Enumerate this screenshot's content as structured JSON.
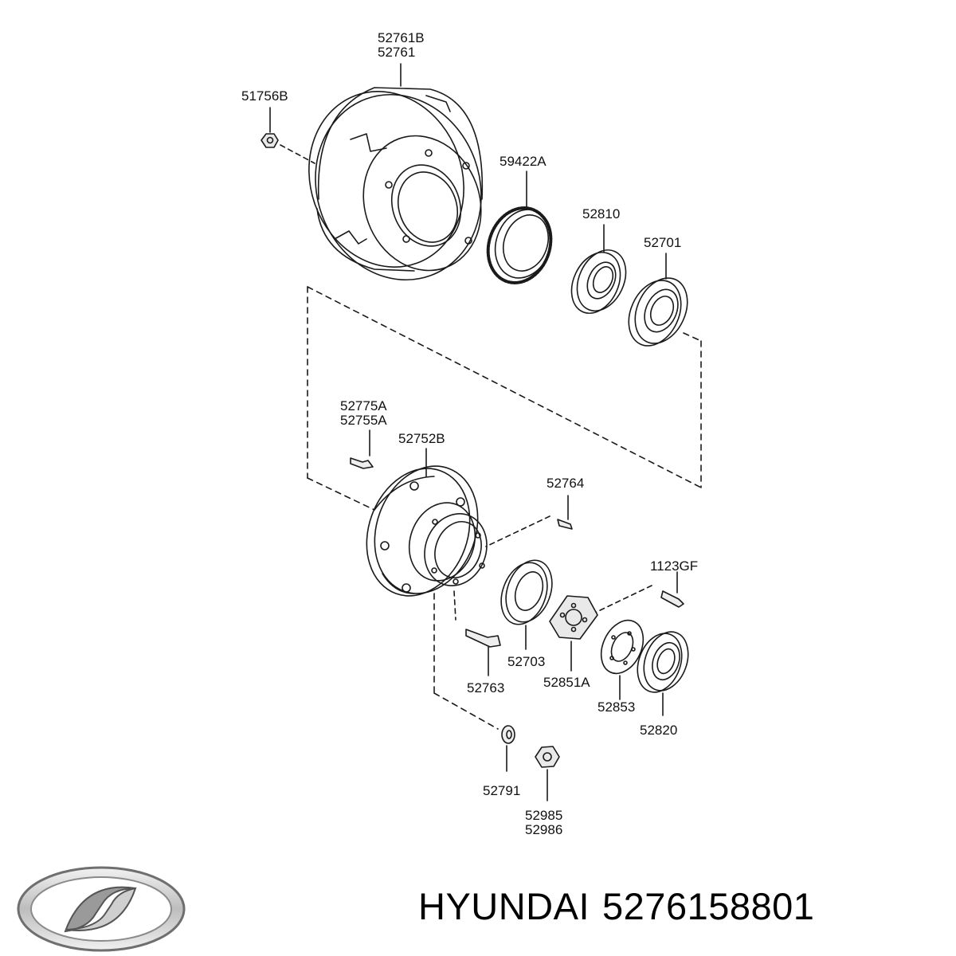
{
  "labels": {
    "drum_a": "52761B",
    "drum_b": "52761",
    "nut_top": "51756B",
    "tone_ring": "59422A",
    "seal_outer": "52810",
    "bearing_outer": "52701",
    "bolt_a": "52775A",
    "bolt_b": "52755A",
    "hub": "52752B",
    "pin": "52764",
    "screw": "1123GF",
    "bearing_inner": "52703",
    "hub_bolt": "52763",
    "lock_plate": "52851A",
    "washer": "52853",
    "seal_inner": "52820",
    "nut_small": "52791",
    "hub_nut_a": "52985",
    "hub_nut_b": "52986"
  },
  "footer": {
    "brand": "HYUNDAI",
    "part_number": "5276158801"
  },
  "logo": {
    "icon": "hyundai-logo",
    "colors": {
      "light": "#e4e4e4",
      "dark": "#7a7a7a"
    }
  },
  "colors": {
    "line": "#1a1a1a",
    "text": "#111111",
    "shade": "#d6d6d6"
  }
}
